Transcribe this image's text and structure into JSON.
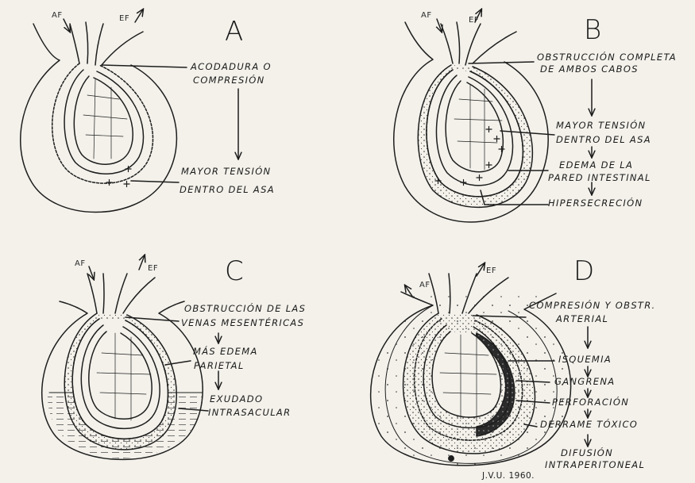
{
  "panels": {
    "A": {
      "letter": "A",
      "af": "AF",
      "ef": "EF",
      "labels": [
        "ACODADURA O",
        "COMPRESIÓN",
        "MAYOR TENSIÓN",
        "DENTRO DEL ASA"
      ]
    },
    "B": {
      "letter": "B",
      "af": "AF",
      "ef": "EF",
      "labels": [
        "OBSTRUCCIÓN COMPLETA",
        "DE AMBOS CABOS",
        "MAYOR TENSIÓN",
        "DENTRO DEL ASA",
        "EDEMA DE LA",
        "PARED INTESTINAL",
        "HIPERSECRECIÓN"
      ]
    },
    "C": {
      "letter": "C",
      "af": "AF",
      "ef": "EF",
      "labels": [
        "OBSTRUCCIÓN DE LAS",
        "VENAS MESENTÉRICAS",
        "MÁS EDEMA",
        "PARIETAL",
        "EXUDADO",
        "INTRASACULAR"
      ]
    },
    "D": {
      "letter": "D",
      "af": "AF",
      "ef": "EF",
      "labels": [
        "COMPRESIÓN Y OBSTR.",
        "ARTERIAL",
        "ISQUEMIA",
        "GANGRENA",
        "PERFORACIÓN",
        "DERRAME TÓXICO",
        "DIFUSIÓN",
        "INTRAPERITONEAL"
      ]
    }
  },
  "signature": "J.V.U. 1960."
}
